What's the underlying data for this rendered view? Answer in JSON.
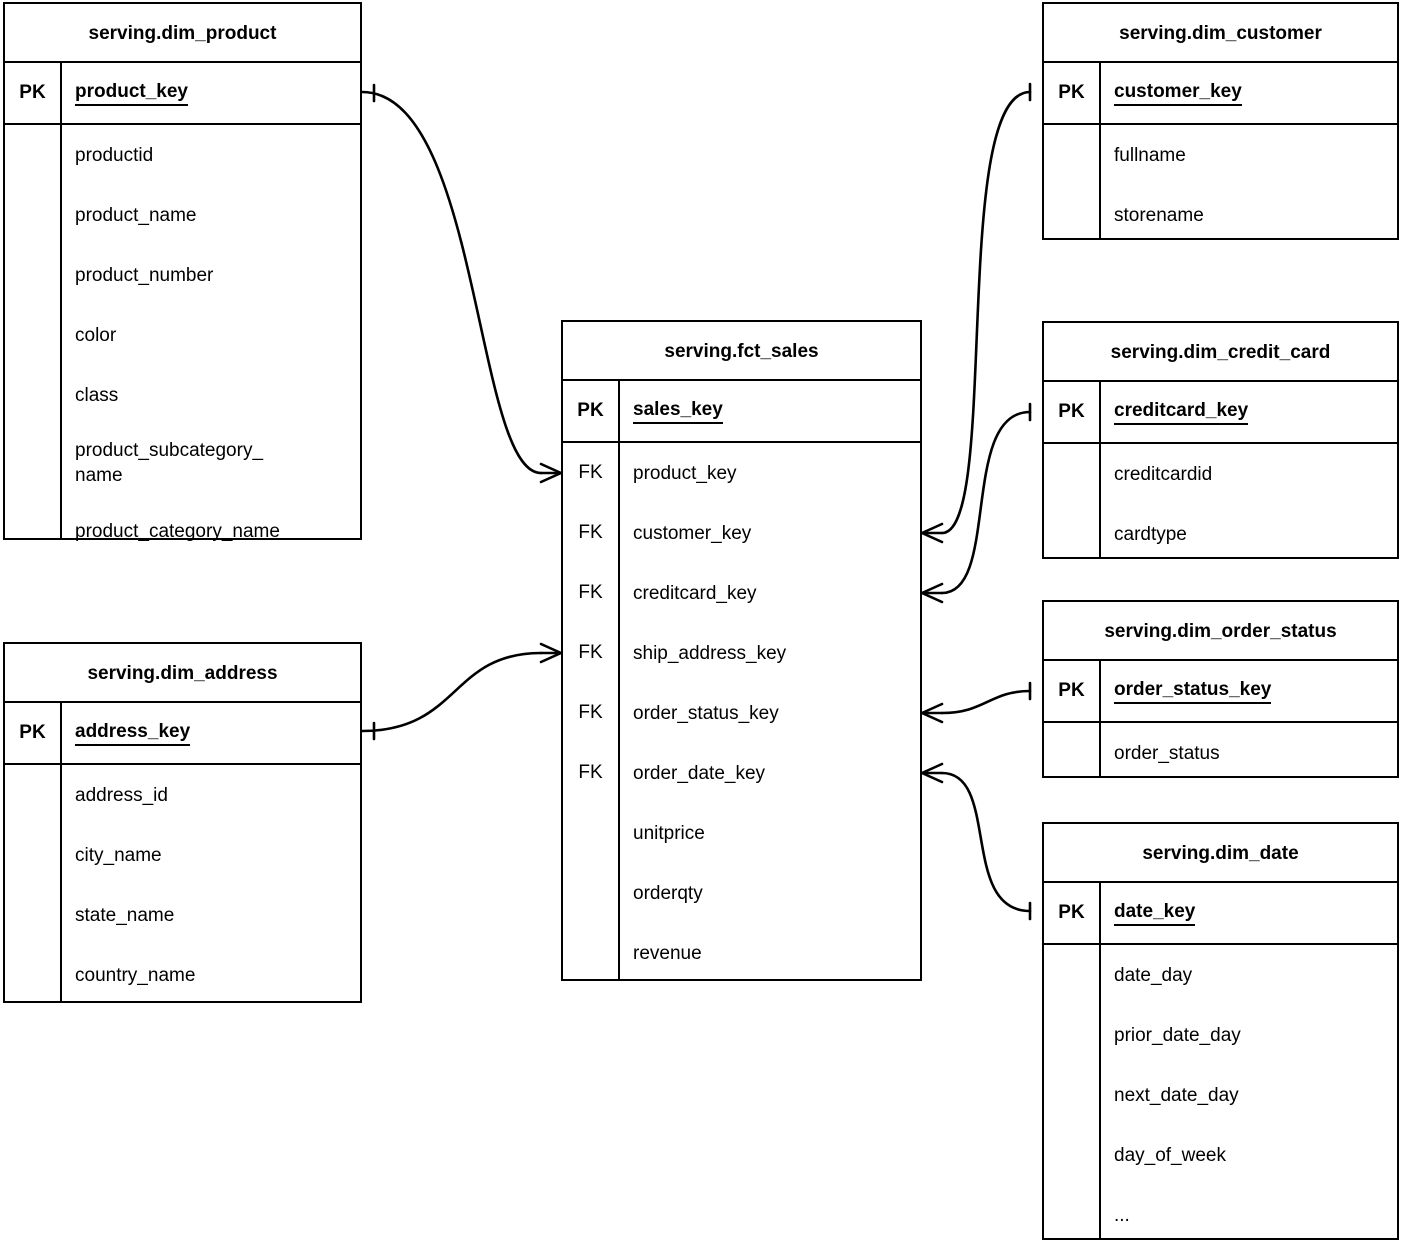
{
  "diagram": {
    "title": "serving star schema ER diagram",
    "notation": "crow's foot",
    "line_color": "#000000",
    "background_color": "#ffffff"
  },
  "labels": {
    "pk": "PK",
    "fk": "FK"
  },
  "entities": {
    "dim_product": {
      "name": "serving.dim_product",
      "pk": "product_key",
      "fields": [
        "productid",
        "product_name",
        "product_number",
        "color",
        "class",
        "product_subcategory_\nname",
        "product_category_name"
      ]
    },
    "dim_address": {
      "name": "serving.dim_address",
      "pk": "address_key",
      "fields": [
        "address_id",
        "city_name",
        "state_name",
        "country_name"
      ]
    },
    "fct_sales": {
      "name": "serving.fct_sales",
      "pk": "sales_key",
      "foreign_keys": [
        "product_key",
        "customer_key",
        "creditcard_key",
        "ship_address_key",
        "order_status_key",
        "order_date_key"
      ],
      "measures": [
        "unitprice",
        "orderqty",
        "revenue"
      ]
    },
    "dim_customer": {
      "name": "serving.dim_customer",
      "pk": "customer_key",
      "fields": [
        "fullname",
        "storename"
      ]
    },
    "dim_credit_card": {
      "name": "serving.dim_credit_card",
      "pk": "creditcard_key",
      "fields": [
        "creditcardid",
        "cardtype"
      ]
    },
    "dim_order_status": {
      "name": "serving.dim_order_status",
      "pk": "order_status_key",
      "fields": [
        "order_status"
      ]
    },
    "dim_date": {
      "name": "serving.dim_date",
      "pk": "date_key",
      "fields": [
        "date_day",
        "prior_date_day",
        "next_date_day",
        "day_of_week",
        "..."
      ]
    }
  },
  "relationships": [
    {
      "from": "dim_product.product_key",
      "to": "fct_sales.product_key",
      "cardinality": "one-to-many"
    },
    {
      "from": "dim_address.address_key",
      "to": "fct_sales.ship_address_key",
      "cardinality": "one-to-many"
    },
    {
      "from": "dim_customer.customer_key",
      "to": "fct_sales.customer_key",
      "cardinality": "one-to-many"
    },
    {
      "from": "dim_credit_card.creditcard_key",
      "to": "fct_sales.creditcard_key",
      "cardinality": "one-to-many"
    },
    {
      "from": "dim_order_status.order_status_key",
      "to": "fct_sales.order_status_key",
      "cardinality": "one-to-many"
    },
    {
      "from": "dim_date.date_key",
      "to": "fct_sales.order_date_key",
      "cardinality": "one-to-many"
    }
  ]
}
